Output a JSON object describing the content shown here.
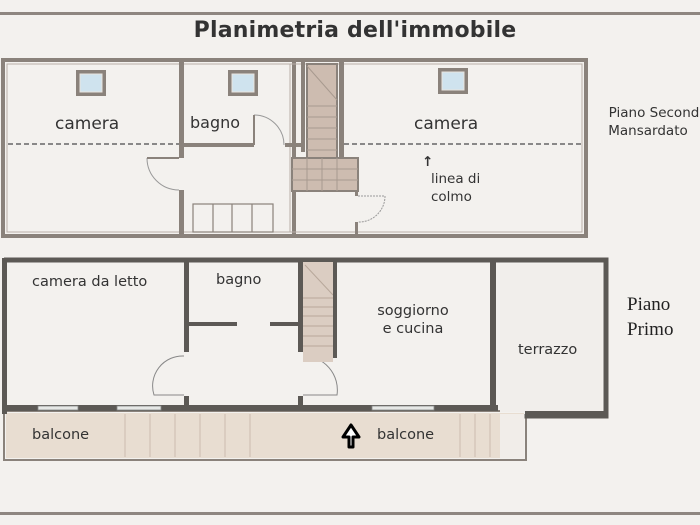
{
  "title": "Planimetria dell'immobile",
  "floors": {
    "upper": {
      "label_line1": "Piano Second",
      "label_line2": "Mansardato",
      "rooms": {
        "camera_left": "camera",
        "bagno": "bagno",
        "camera_right": "camera",
        "ridge_line_1": "linea di",
        "ridge_line_2": "colmo",
        "ridge_arrow": "↑"
      }
    },
    "lower": {
      "label_line1": "Piano",
      "label_line2": "Primo",
      "rooms": {
        "camera_da_letto": "camera da letto",
        "bagno": "bagno",
        "soggiorno_1": "soggiorno",
        "soggiorno_2": "e cucina",
        "terrazzo": "terrazzo",
        "balcone_left": "balcone",
        "balcone_right": "balcone"
      }
    }
  },
  "colors": {
    "background": "#f3f1ee",
    "wall_upper": "#8a827b",
    "wall_lower": "#5c5955",
    "stairs": "#cdbcb0",
    "balcony": "#e6d9cc"
  }
}
